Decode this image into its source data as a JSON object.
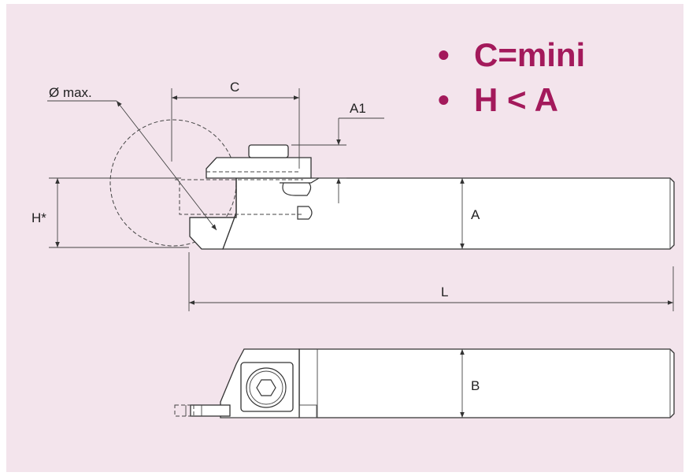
{
  "features": [
    "C=mini",
    "H < A"
  ],
  "bullet": "•",
  "dimensions": {
    "diameter": "Ø max.",
    "c": "C",
    "a1": "A1",
    "h": "H*",
    "a": "A",
    "l": "L",
    "b": "B"
  },
  "colors": {
    "panel": "#f3e4ec",
    "accent": "#a3195b",
    "line": "#333333"
  }
}
